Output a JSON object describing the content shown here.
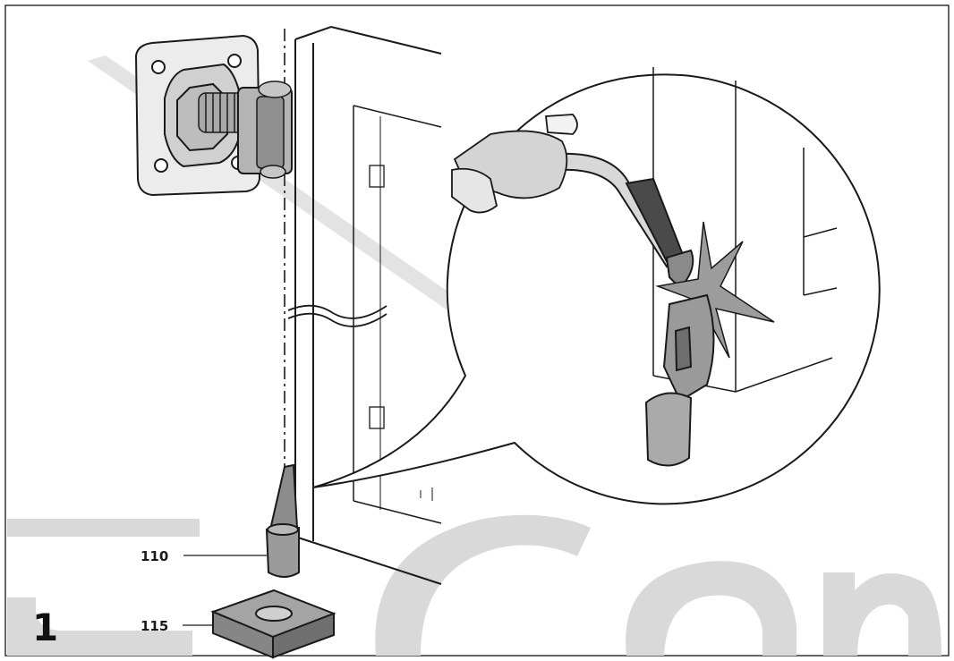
{
  "figure": {
    "number": "1",
    "callouts": [
      {
        "id": "110",
        "label": "110"
      },
      {
        "id": "115",
        "label": "115"
      }
    ]
  },
  "colors": {
    "line": "#1a1a1a",
    "part_fill": "#9a9a9a",
    "part_light": "#c8c8c8",
    "watermark": "#d4d4d4"
  }
}
